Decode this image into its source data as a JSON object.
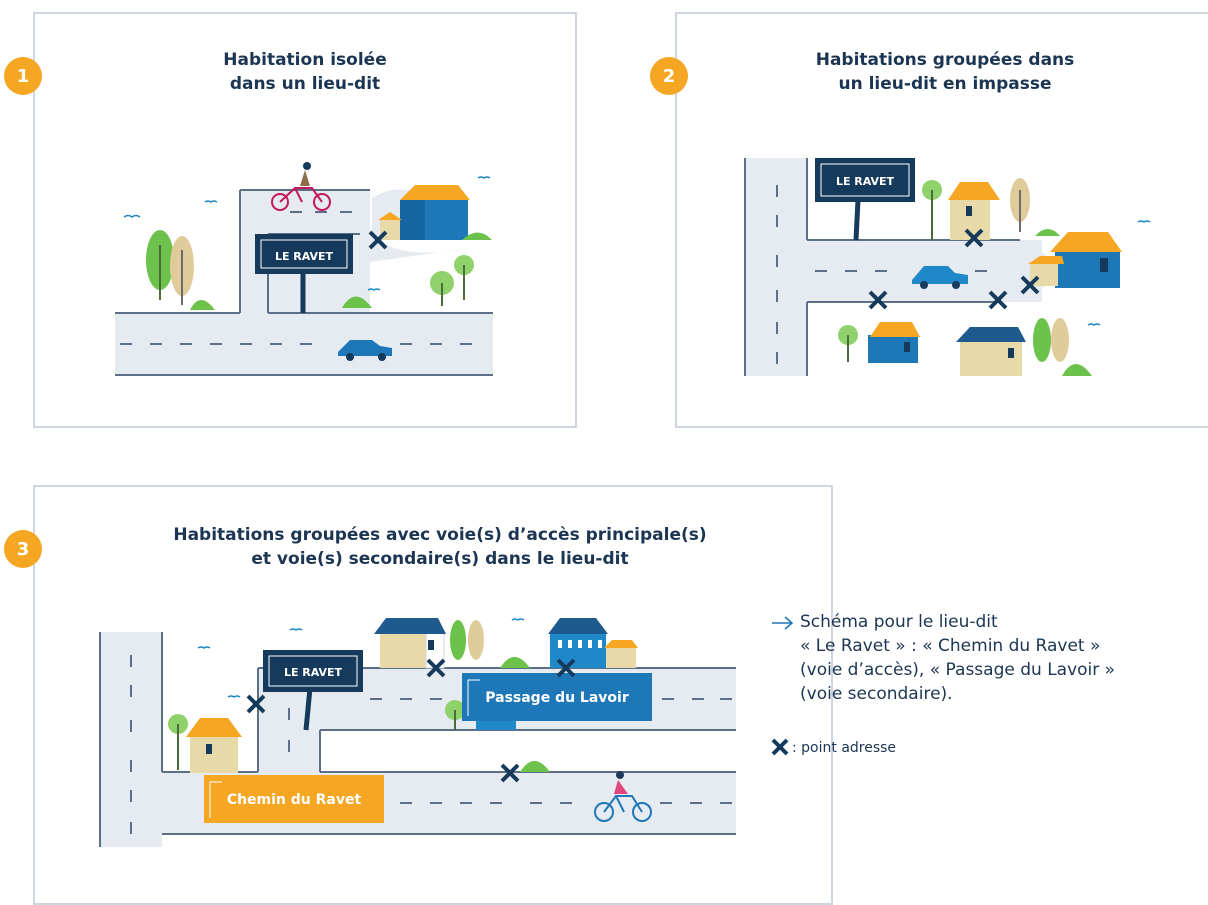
{
  "panels": [
    {
      "number": "1",
      "title_line1": "Habitation isolée",
      "title_line2": "dans un lieu-dit",
      "sign": "LE RAVET"
    },
    {
      "number": "2",
      "title_line1": "Habitations groupées dans",
      "title_line2": "un lieu-dit en impasse",
      "sign": "LE RAVET"
    },
    {
      "number": "3",
      "title_line1": "Habitations groupées avec voie(s) d’accès principale(s)",
      "title_line2": "et voie(s) secondaire(s) dans le lieu-dit",
      "sign": "LE RAVET",
      "label_secondary": "Passage du Lavoir",
      "label_access": "Chemin du Ravet"
    }
  ],
  "legend": {
    "line1": "Schéma pour le lieu-dit",
    "line2": "« Le Ravet » : « Chemin du Ravet »",
    "line3": "(voie d’accès), « Passage du Lavoir »",
    "line4": "(voie secondaire).",
    "marker_text": ": point adresse"
  },
  "colors": {
    "navy": "#153a5b",
    "orange": "#f5a623",
    "road": "#e6ebf1",
    "road_edge": "#5c6f86",
    "green": "#6cc24a",
    "blue": "#1e78b8"
  }
}
